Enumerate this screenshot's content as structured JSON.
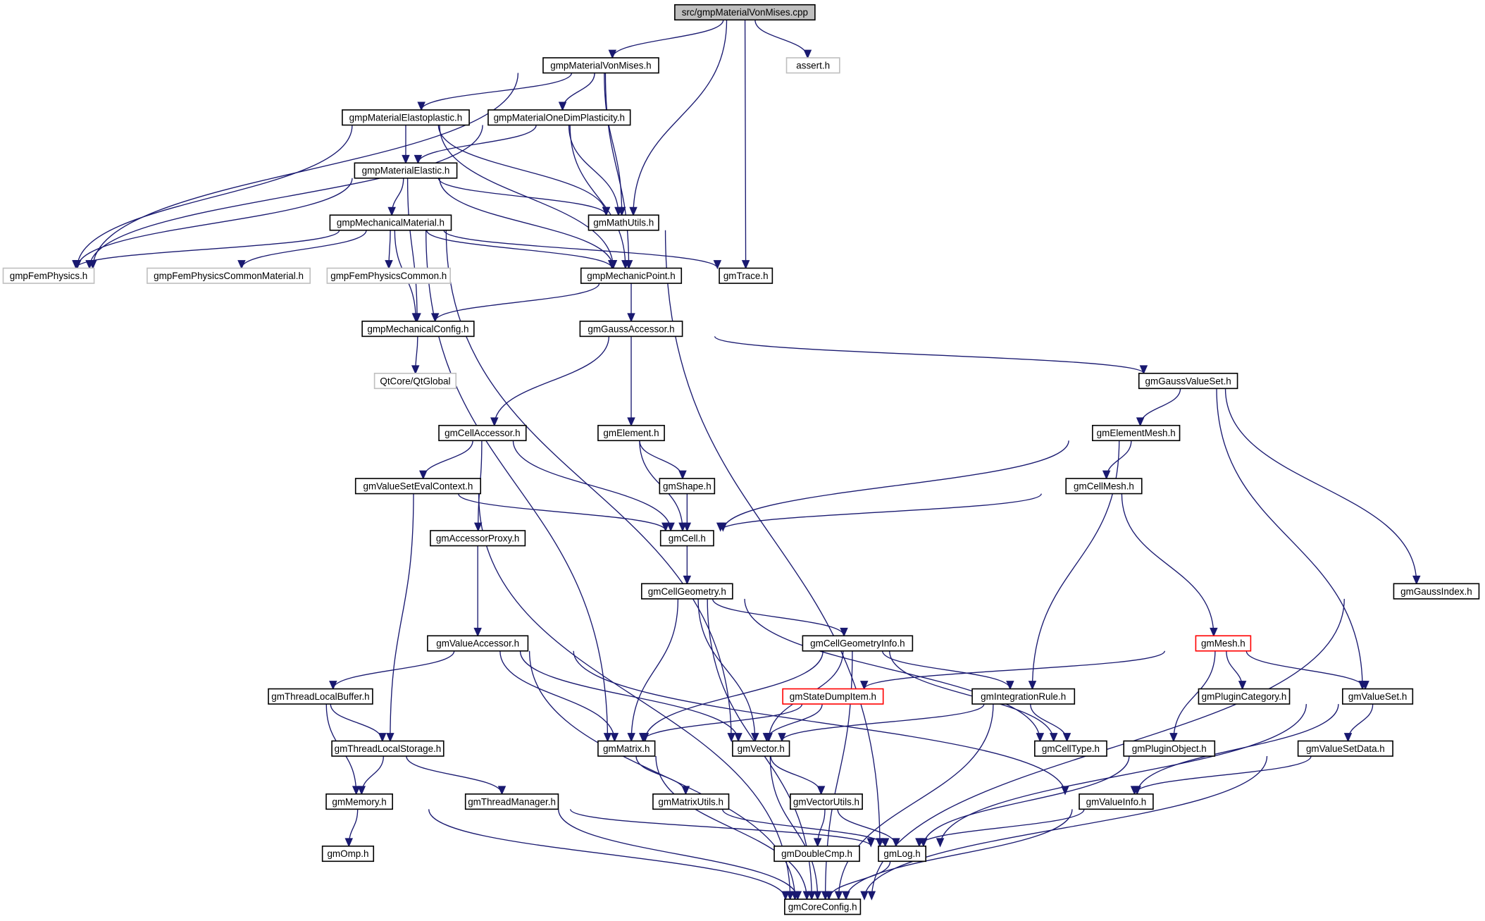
{
  "diagram": {
    "type": "include-dependency-graph",
    "root": "src/gmpMaterialVonMises.cpp",
    "colors": {
      "edge": "#191970",
      "root_fill": "#bfbfbf",
      "node_border": "#000000",
      "external_border": "#bfbfbf",
      "truncated_border": "#ff0000"
    },
    "nodes": [
      {
        "id": "root",
        "label": "src/gmpMaterialVonMises.cpp",
        "style": "root"
      },
      {
        "id": "vonmises_h",
        "label": "gmpMaterialVonMises.h",
        "style": "normal"
      },
      {
        "id": "assert_h",
        "label": "assert.h",
        "style": "external"
      },
      {
        "id": "elastoplastic",
        "label": "gmpMaterialElastoplastic.h",
        "style": "normal"
      },
      {
        "id": "onedim",
        "label": "gmpMaterialOneDimPlasticity.h",
        "style": "normal"
      },
      {
        "id": "elastic",
        "label": "gmpMaterialElastic.h",
        "style": "normal"
      },
      {
        "id": "mathutils",
        "label": "gmMathUtils.h",
        "style": "normal"
      },
      {
        "id": "mechmat",
        "label": "gmpMechanicalMaterial.h",
        "style": "normal"
      },
      {
        "id": "femphysics",
        "label": "gmpFemPhysics.h",
        "style": "external"
      },
      {
        "id": "femcommonmat",
        "label": "gmpFemPhysicsCommonMaterial.h",
        "style": "external"
      },
      {
        "id": "femcommon",
        "label": "gmpFemPhysicsCommon.h",
        "style": "external"
      },
      {
        "id": "mechpoint",
        "label": "gmpMechanicPoint.h",
        "style": "normal"
      },
      {
        "id": "trace",
        "label": "gmTrace.h",
        "style": "normal"
      },
      {
        "id": "mechconfig",
        "label": "gmpMechanicalConfig.h",
        "style": "normal"
      },
      {
        "id": "gaussacc",
        "label": "gmGaussAccessor.h",
        "style": "normal"
      },
      {
        "id": "qtglobal",
        "label": "QtCore/QtGlobal",
        "style": "external"
      },
      {
        "id": "gaussvs",
        "label": "gmGaussValueSet.h",
        "style": "normal"
      },
      {
        "id": "cellacc",
        "label": "gmCellAccessor.h",
        "style": "normal"
      },
      {
        "id": "element",
        "label": "gmElement.h",
        "style": "normal"
      },
      {
        "id": "elemmesh",
        "label": "gmElementMesh.h",
        "style": "normal"
      },
      {
        "id": "vsevalctx",
        "label": "gmValueSetEvalContext.h",
        "style": "normal"
      },
      {
        "id": "shape",
        "label": "gmShape.h",
        "style": "normal"
      },
      {
        "id": "cellmesh",
        "label": "gmCellMesh.h",
        "style": "normal"
      },
      {
        "id": "accproxy",
        "label": "gmAccessorProxy.h",
        "style": "normal"
      },
      {
        "id": "cell",
        "label": "gmCell.h",
        "style": "normal"
      },
      {
        "id": "cellgeom",
        "label": "gmCellGeometry.h",
        "style": "normal"
      },
      {
        "id": "gaussidx",
        "label": "gmGaussIndex.h",
        "style": "normal"
      },
      {
        "id": "valacc",
        "label": "gmValueAccessor.h",
        "style": "normal"
      },
      {
        "id": "cellgeominfo",
        "label": "gmCellGeometryInfo.h",
        "style": "normal"
      },
      {
        "id": "mesh",
        "label": "gmMesh.h",
        "style": "truncated"
      },
      {
        "id": "tlbuffer",
        "label": "gmThreadLocalBuffer.h",
        "style": "normal"
      },
      {
        "id": "statedump",
        "label": "gmStateDumpItem.h",
        "style": "truncated"
      },
      {
        "id": "introle",
        "label": "gmIntegrationRule.h",
        "style": "normal"
      },
      {
        "id": "plugincat",
        "label": "gmPluginCategory.h",
        "style": "normal"
      },
      {
        "id": "valueset",
        "label": "gmValueSet.h",
        "style": "normal"
      },
      {
        "id": "tlstorage",
        "label": "gmThreadLocalStorage.h",
        "style": "normal"
      },
      {
        "id": "matrix",
        "label": "gmMatrix.h",
        "style": "normal"
      },
      {
        "id": "vector",
        "label": "gmVector.h",
        "style": "normal"
      },
      {
        "id": "celltype",
        "label": "gmCellType.h",
        "style": "normal"
      },
      {
        "id": "pluginobj",
        "label": "gmPluginObject.h",
        "style": "normal"
      },
      {
        "id": "vsdata",
        "label": "gmValueSetData.h",
        "style": "normal"
      },
      {
        "id": "memory",
        "label": "gmMemory.h",
        "style": "normal"
      },
      {
        "id": "threadmgr",
        "label": "gmThreadManager.h",
        "style": "normal"
      },
      {
        "id": "matrixutils",
        "label": "gmMatrixUtils.h",
        "style": "normal"
      },
      {
        "id": "vectorutils",
        "label": "gmVectorUtils.h",
        "style": "normal"
      },
      {
        "id": "valueinfo",
        "label": "gmValueInfo.h",
        "style": "normal"
      },
      {
        "id": "omp",
        "label": "gmOmp.h",
        "style": "normal"
      },
      {
        "id": "doublecmp",
        "label": "gmDoubleCmp.h",
        "style": "normal"
      },
      {
        "id": "log",
        "label": "gmLog.h",
        "style": "normal"
      },
      {
        "id": "coreconfig",
        "label": "gmCoreConfig.h",
        "style": "normal"
      }
    ],
    "edges": [
      [
        "root",
        "vonmises_h"
      ],
      [
        "root",
        "assert_h"
      ],
      [
        "root",
        "mathutils"
      ],
      [
        "root",
        "trace"
      ],
      [
        "vonmises_h",
        "elastoplastic"
      ],
      [
        "vonmises_h",
        "onedim"
      ],
      [
        "vonmises_h",
        "femphysics"
      ],
      [
        "vonmises_h",
        "mathutils"
      ],
      [
        "vonmises_h",
        "mechpoint"
      ],
      [
        "elastoplastic",
        "elastic"
      ],
      [
        "elastoplastic",
        "femphysics"
      ],
      [
        "elastoplastic",
        "mathutils"
      ],
      [
        "elastoplastic",
        "mechpoint"
      ],
      [
        "onedim",
        "elastic"
      ],
      [
        "onedim",
        "femphysics"
      ],
      [
        "onedim",
        "mathutils"
      ],
      [
        "onedim",
        "mechpoint"
      ],
      [
        "elastic",
        "mechmat"
      ],
      [
        "elastic",
        "femphysics"
      ],
      [
        "elastic",
        "mathutils"
      ],
      [
        "elastic",
        "mechpoint"
      ],
      [
        "elastic",
        "mechconfig"
      ],
      [
        "mechmat",
        "femphysics"
      ],
      [
        "mechmat",
        "femcommonmat"
      ],
      [
        "mechmat",
        "femcommon"
      ],
      [
        "mechmat",
        "mechpoint"
      ],
      [
        "mechmat",
        "trace"
      ],
      [
        "mechmat",
        "mechconfig"
      ],
      [
        "mechmat",
        "matrix"
      ],
      [
        "mechmat",
        "vector"
      ],
      [
        "mathutils",
        "log"
      ],
      [
        "mechpoint",
        "mechconfig"
      ],
      [
        "mechpoint",
        "gaussacc"
      ],
      [
        "mechconfig",
        "qtglobal"
      ],
      [
        "gaussacc",
        "cellacc"
      ],
      [
        "gaussacc",
        "element"
      ],
      [
        "gaussacc",
        "gaussvs"
      ],
      [
        "gaussvs",
        "elemmesh"
      ],
      [
        "gaussvs",
        "valueset"
      ],
      [
        "gaussvs",
        "gaussidx"
      ],
      [
        "cellacc",
        "vsevalctx"
      ],
      [
        "cellacc",
        "accproxy"
      ],
      [
        "cellacc",
        "cell"
      ],
      [
        "element",
        "shape"
      ],
      [
        "element",
        "cell"
      ],
      [
        "elemmesh",
        "cellmesh"
      ],
      [
        "elemmesh",
        "cell"
      ],
      [
        "elemmesh",
        "introle"
      ],
      [
        "cellmesh",
        "cell"
      ],
      [
        "cellmesh",
        "mesh"
      ],
      [
        "vsevalctx",
        "cell"
      ],
      [
        "vsevalctx",
        "tlstorage"
      ],
      [
        "vsevalctx",
        "coreconfig"
      ],
      [
        "shape",
        "cell"
      ],
      [
        "accproxy",
        "valacc"
      ],
      [
        "cell",
        "cellgeom"
      ],
      [
        "cellgeom",
        "cellgeominfo"
      ],
      [
        "cellgeom",
        "matrix"
      ],
      [
        "cellgeom",
        "vector"
      ],
      [
        "cellgeom",
        "celltype"
      ],
      [
        "cellgeom",
        "coreconfig"
      ],
      [
        "gaussidx",
        "coreconfig"
      ],
      [
        "valacc",
        "tlbuffer"
      ],
      [
        "valacc",
        "matrix"
      ],
      [
        "valacc",
        "vector"
      ],
      [
        "valacc",
        "valueinfo"
      ],
      [
        "valacc",
        "coreconfig"
      ],
      [
        "cellgeominfo",
        "introle"
      ],
      [
        "cellgeominfo",
        "celltype"
      ],
      [
        "cellgeominfo",
        "matrix"
      ],
      [
        "cellgeominfo",
        "vector"
      ],
      [
        "cellgeominfo",
        "coreconfig"
      ],
      [
        "mesh",
        "statedump"
      ],
      [
        "mesh",
        "plugincat"
      ],
      [
        "mesh",
        "valueset"
      ],
      [
        "mesh",
        "pluginobj"
      ],
      [
        "tlbuffer",
        "tlstorage"
      ],
      [
        "tlbuffer",
        "memory"
      ],
      [
        "statedump",
        "matrix"
      ],
      [
        "statedump",
        "vector"
      ],
      [
        "introle",
        "vector"
      ],
      [
        "introle",
        "celltype"
      ],
      [
        "introle",
        "coreconfig"
      ],
      [
        "valueset",
        "vsdata"
      ],
      [
        "valueset",
        "valueinfo"
      ],
      [
        "valueset",
        "log"
      ],
      [
        "tlstorage",
        "memory"
      ],
      [
        "tlstorage",
        "threadmgr"
      ],
      [
        "matrix",
        "matrixutils"
      ],
      [
        "matrix",
        "coreconfig"
      ],
      [
        "vector",
        "vectorutils"
      ],
      [
        "vector",
        "coreconfig"
      ],
      [
        "pluginobj",
        "log"
      ],
      [
        "vsdata",
        "valueinfo"
      ],
      [
        "vsdata",
        "coreconfig"
      ],
      [
        "memory",
        "omp"
      ],
      [
        "memory",
        "coreconfig"
      ],
      [
        "threadmgr",
        "log"
      ],
      [
        "threadmgr",
        "coreconfig"
      ],
      [
        "matrixutils",
        "log"
      ],
      [
        "vectorutils",
        "doublecmp"
      ],
      [
        "vectorutils",
        "log"
      ],
      [
        "valueinfo",
        "log"
      ],
      [
        "valueinfo",
        "coreconfig"
      ],
      [
        "log",
        "coreconfig"
      ]
    ]
  }
}
